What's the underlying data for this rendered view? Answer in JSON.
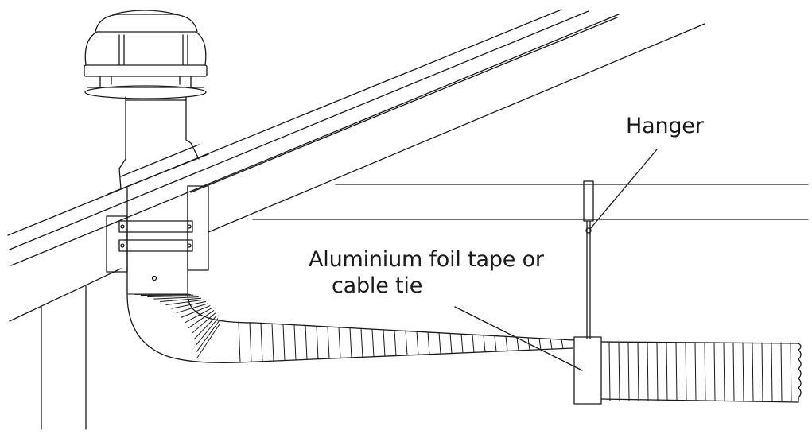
{
  "labels": {
    "hanger": "Hanger",
    "tape_line1": "Aluminium foil tape or",
    "tape_line2": "cable tie"
  },
  "colors": {
    "stroke": "#1a1a1a",
    "background": "#ffffff"
  }
}
